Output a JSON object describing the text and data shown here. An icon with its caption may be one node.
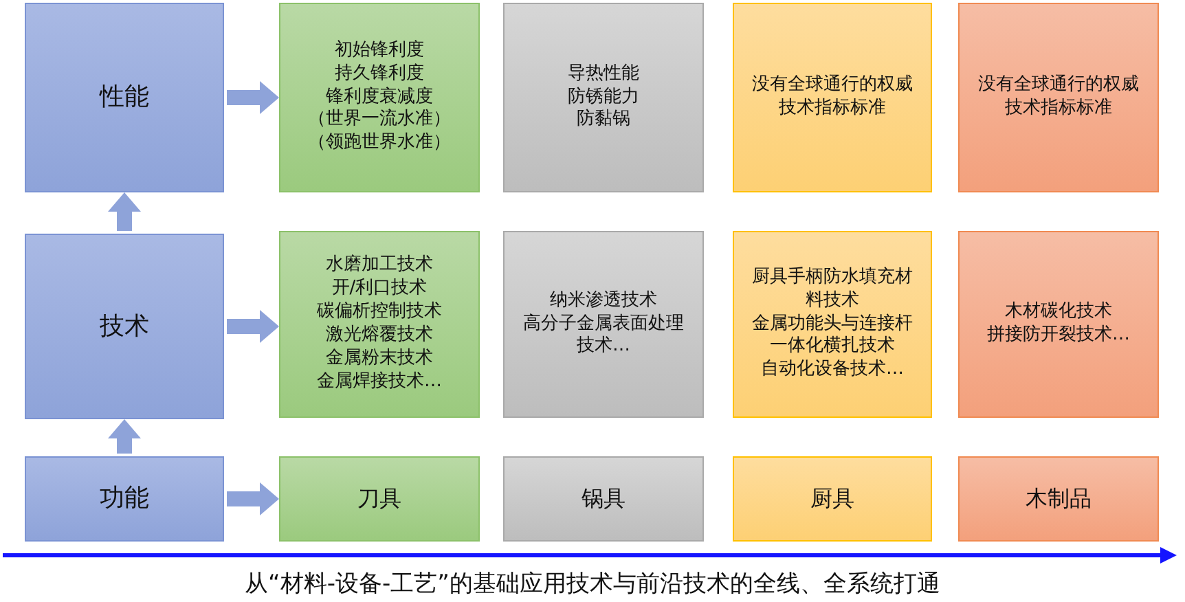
{
  "diagram": {
    "caption": "从“材料-设备-工艺”的基础应用技术与前沿技术的全线、全系统打通",
    "nodes": [
      {
        "text": [
          "性能"
        ]
      },
      {
        "text": [
          "初始锋利度",
          "持久锋利度",
          "锋利度衰减度",
          "（世界一流水准）",
          "（领跑世界水准）"
        ]
      },
      {
        "text": [
          "导热性能",
          "防锈能力",
          "防黏锅"
        ]
      },
      {
        "text": [
          "没有全球通行的权威技术指标标准"
        ]
      },
      {
        "text": [
          "没有全球通行的权威技术指标标准"
        ]
      },
      {
        "text": [
          "技术"
        ]
      },
      {
        "text": [
          "水磨加工技术",
          "开/利口技术",
          "碳偏析控制技术",
          "激光熔覆技术",
          "金属粉末技术",
          "金属焊接技术…"
        ]
      },
      {
        "text": [
          "纳米渗透技术",
          "高分子金属表面处理技术…"
        ]
      },
      {
        "text": [
          "厨具手柄防水填充材料技术",
          "金属功能头与连接杆一体化横扎技术",
          "自动化设备技术…"
        ]
      },
      {
        "text": [
          "木材碳化技术",
          "拼接防开裂技术…"
        ]
      },
      {
        "text": [
          "功能"
        ]
      },
      {
        "text": [
          "刀具"
        ]
      },
      {
        "text": [
          "锅具"
        ]
      },
      {
        "text": [
          "厨具"
        ]
      },
      {
        "text": [
          "木制品"
        ]
      }
    ],
    "edges": [
      {
        "from": 0,
        "to": 1,
        "arrow": "to"
      },
      {
        "from": 5,
        "to": 6,
        "arrow": "to"
      },
      {
        "from": 10,
        "to": 11,
        "arrow": "to"
      },
      {
        "from": 10,
        "to": 5,
        "arrow": "to"
      },
      {
        "from": 5,
        "to": 0,
        "arrow": "to"
      }
    ]
  }
}
